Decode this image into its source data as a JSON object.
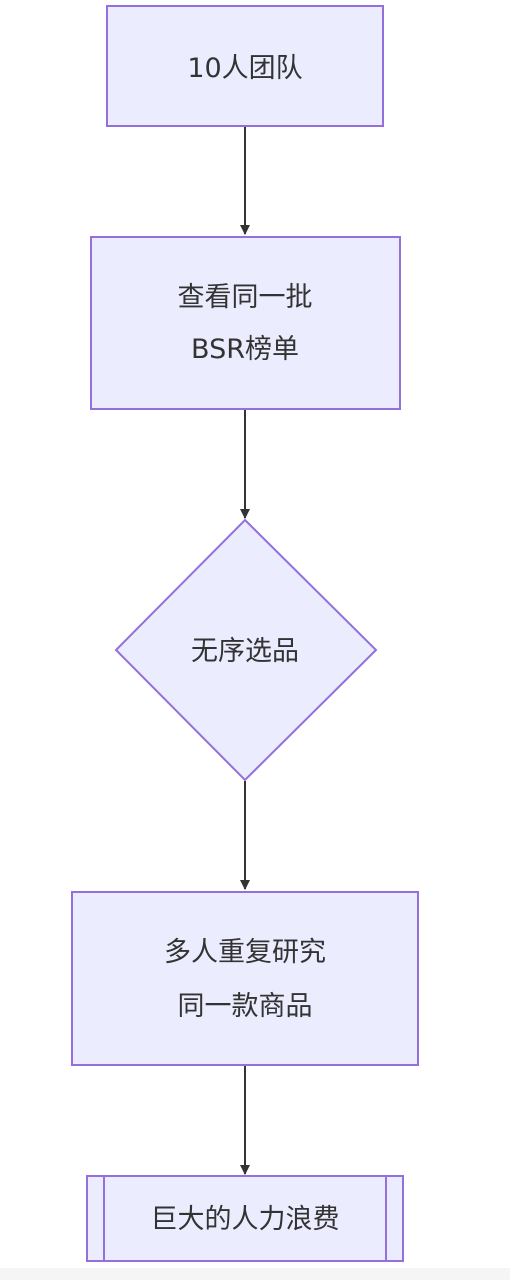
{
  "diagram": {
    "type": "flowchart",
    "direction": "top-down",
    "colors": {
      "node_fill": "#ECECFF",
      "node_stroke": "#9370DB",
      "edge": "#333333",
      "text": "#333333"
    },
    "nodes": [
      {
        "id": "n1",
        "shape": "rectangle",
        "lines": [
          "10人团队"
        ]
      },
      {
        "id": "n2",
        "shape": "rectangle",
        "lines": [
          "查看同一批",
          "BSR榜单"
        ]
      },
      {
        "id": "n3",
        "shape": "diamond",
        "lines": [
          "无序选品"
        ]
      },
      {
        "id": "n4",
        "shape": "rectangle",
        "lines": [
          "多人重复研究",
          "同一款商品"
        ]
      },
      {
        "id": "n5",
        "shape": "subroutine",
        "lines": [
          "巨大的人力浪费"
        ]
      }
    ],
    "edges": [
      {
        "from": "n1",
        "to": "n2"
      },
      {
        "from": "n2",
        "to": "n3"
      },
      {
        "from": "n3",
        "to": "n4"
      },
      {
        "from": "n4",
        "to": "n5"
      }
    ]
  }
}
